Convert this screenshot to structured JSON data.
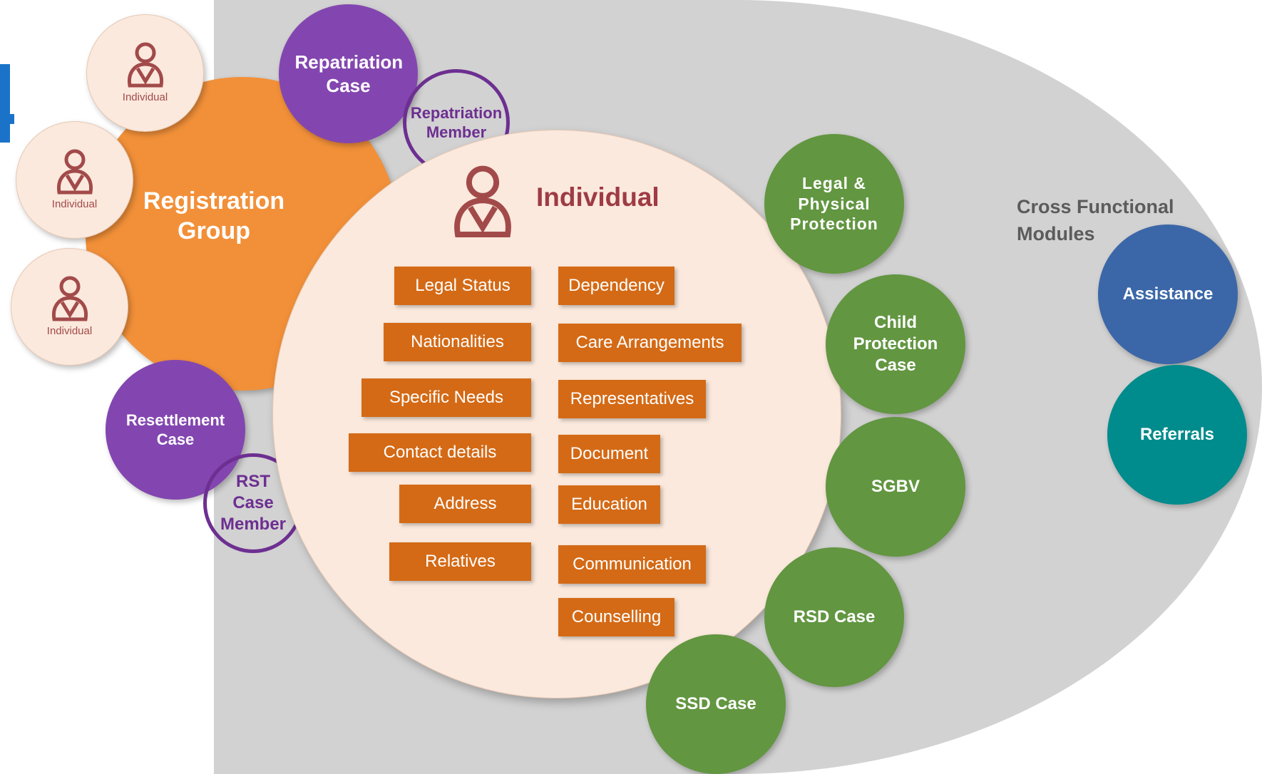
{
  "colors": {
    "registration": "#f29039",
    "purple": "#8346b0",
    "green": "#629641",
    "assistance": "#3b67a8",
    "referrals": "#008b8d",
    "tag": "#d46a16",
    "individual_title": "#9e3b44"
  },
  "icons": [
    "person-icon"
  ],
  "registration_group": {
    "label": "Registration Group"
  },
  "group_individuals": [
    "Individual",
    "Individual",
    "Individual"
  ],
  "repatriation_case": "Repatriation Case",
  "repatriation_member": "Repatriation Member",
  "resettlement_case": "Resettlement Case",
  "rst_case_member": "RST Case Member",
  "individual": {
    "title": "Individual",
    "left_items": [
      "Legal Status",
      "Nationalities",
      "Specific Needs",
      "Contact details",
      "Address",
      "Relatives"
    ],
    "right_items": [
      "Dependency",
      "Care Arrangements",
      "Representatives",
      "Document",
      "Education",
      "Communication",
      "Counselling"
    ]
  },
  "green_modules": [
    "Legal & Physical Protection",
    "Child Protection Case",
    "SGBV",
    "RSD Case",
    "SSD Case"
  ],
  "cross_functional": {
    "title_line1": "Cross Functional",
    "title_line2": "Modules",
    "items": [
      "Assistance",
      "Referrals"
    ]
  }
}
